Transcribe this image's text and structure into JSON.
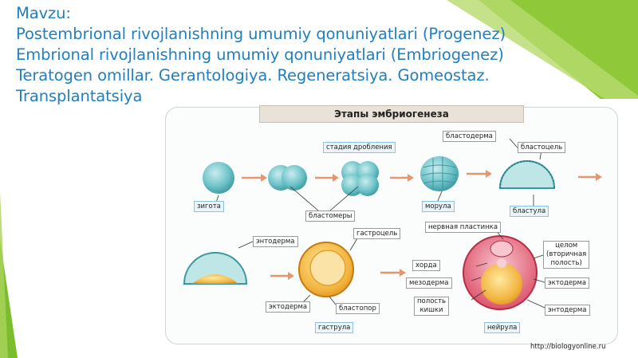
{
  "slide": {
    "title_lines": [
      "Mavzu:",
      "Postembrional rivojlanishning umumiy qonuniyatlari (Progenez)",
      "Embrional rivojlanishning umumiy qonuniyatlari (Embriogenez)",
      "Teratogen omillar. Gerantologiya. Regeneratsiya. Gomeostaz.",
      "Transplantatsiya"
    ]
  },
  "figure": {
    "panel_title": "Этапы эмбриогенеза",
    "labels": {
      "zygote": "зигота",
      "cleavage_stage": "стадия дробления",
      "blastomeres": "бластомеры",
      "morula": "морула",
      "blastoderm": "бластодерма",
      "blastocoel": "бластоцель",
      "blastula": "бластула",
      "entoderm_top": "энтодерма",
      "gastrocoel": "гастроцель",
      "ectoderm_left": "эктодерма",
      "blastopore": "бластопор",
      "gastrula": "гаструла",
      "neural_plate": "нервная пластинка",
      "notochord": "хорда",
      "mesoderm": "мезодерма",
      "gut_cavity": "полость\nкишки",
      "coelom": "целом\n(вторичная\nполость)",
      "ectoderm_right": "эктодерма",
      "entoderm_right": "энтодерма",
      "neurula": "нейрула"
    },
    "source": "http://biologyonline.ru",
    "colors": {
      "title_blue": "#1f7fc1",
      "cell_teal": "#6fc4c9",
      "arrow_orange": "#e8956b",
      "gastrula_yellow": "#f2b33d",
      "neurula_red": "#d9405a"
    }
  }
}
